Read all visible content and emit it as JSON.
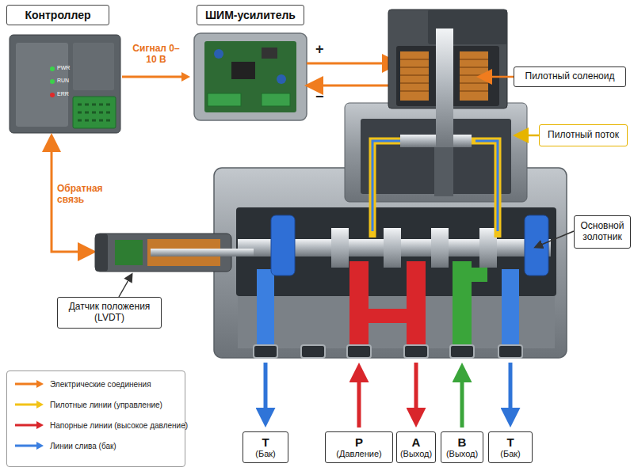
{
  "diagram": {
    "nodes": [
      {
        "text": [
          "Контроллер"
        ]
      },
      {
        "text": [
          "ШИМ-усилитель"
        ]
      },
      {
        "text": [
          "Пилотный соленоид"
        ]
      },
      {
        "text": [
          "Пилотный поток"
        ]
      },
      {
        "text": [
          "Основной золотник"
        ]
      },
      {
        "text": [
          "Датчик положения (LVDT)"
        ]
      },
      {
        "text": [
          "T",
          "(Бак)"
        ]
      },
      {
        "text": [
          "P",
          "(Давление)"
        ]
      },
      {
        "text": [
          "A",
          "(Выход)"
        ]
      },
      {
        "text": [
          "B",
          "(Выход)"
        ]
      },
      {
        "text": [
          "T",
          "(Бак)"
        ]
      }
    ],
    "edges": [
      {
        "from": 0,
        "to": 1,
        "label": "Сигнал 0–10 В",
        "arrow": "to"
      }
    ],
    "labels": [
      "PWR",
      "RUN",
      "ERR",
      "+",
      "−",
      "Обратная связь"
    ],
    "legend": [
      {
        "text": "Электрические соединения"
      },
      {
        "text": "Пилотные линии (управление)"
      },
      {
        "text": "Напорные линии (высокое давление)"
      },
      {
        "text": "Линии слива (бак)"
      }
    ]
  }
}
